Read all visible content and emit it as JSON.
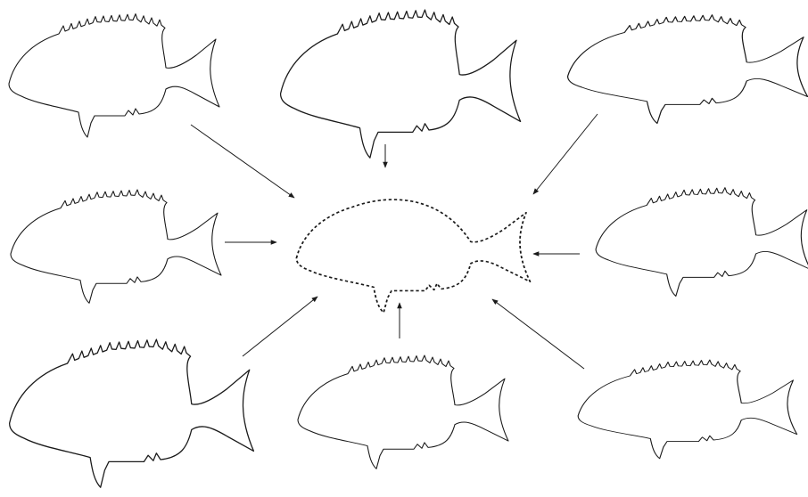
{
  "diagram": {
    "kind": "specimen-outlines-to-mean-shape",
    "colors": {
      "line": "#1a1a1a",
      "background": "#ffffff"
    },
    "specimen_count": 8,
    "center_style": "dashed"
  }
}
